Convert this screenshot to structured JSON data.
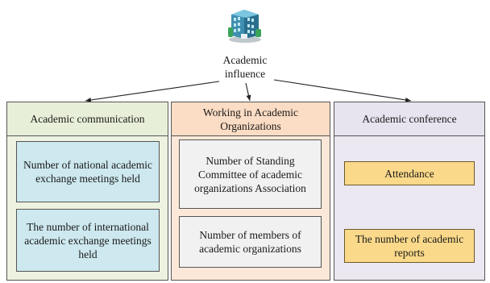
{
  "root": {
    "icon": "building-icon",
    "label_line1": "Academic",
    "label_line2": "influence"
  },
  "columns": [
    {
      "header": "Academic communication",
      "items": [
        "Number of national academic exchange meetings held",
        "The number of international academic exchange meetings held"
      ]
    },
    {
      "header": "Working in Academic Organizations",
      "items": [
        "Number of Standing Committee of academic organizations Association",
        "Number of members of academic organizations"
      ]
    },
    {
      "header": "Academic conference",
      "items": [
        "Attendance",
        "The number of academic reports"
      ]
    }
  ],
  "colors": {
    "col1_bg": "#eef2e0",
    "col2_bg": "#fce8d8",
    "col3_bg": "#ece8f2",
    "col1_box": "#cde8ee",
    "col2_box": "#f1f1f1",
    "col3_box": "#fbd98a"
  }
}
